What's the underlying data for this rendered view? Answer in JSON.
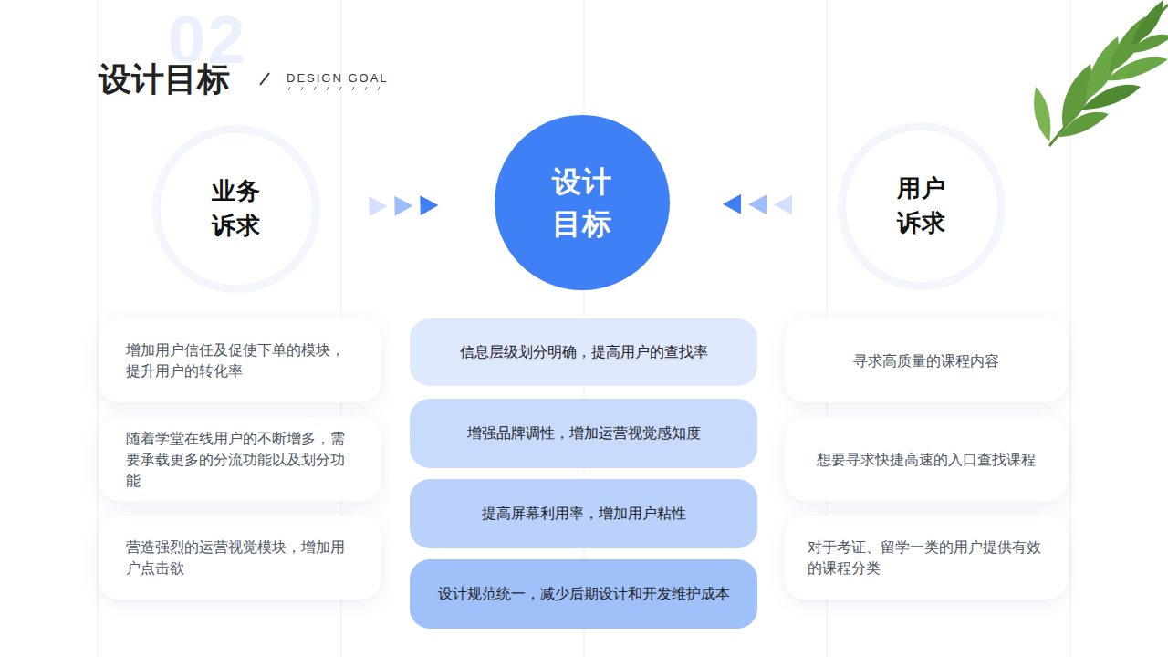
{
  "diagram": {
    "title": "设计目标",
    "nodes": [
      {
        "text": [
          "业务 诉求"
        ]
      },
      {
        "text": [
          "设计 目标"
        ]
      },
      {
        "text": [
          "用户 诉求"
        ]
      },
      {
        "text": [
          "增加用户信任及促使下单的模块，提升用户的转化率"
        ]
      },
      {
        "text": [
          "随着学堂在线用户的不断增多，需要承载更多的分流功能以及划分功能"
        ]
      },
      {
        "text": [
          "营造强烈的运营视觉模块，增加用户点击欲"
        ]
      },
      {
        "text": [
          "信息层级划分明确，提高用户的查找率"
        ]
      },
      {
        "text": [
          "增强品牌调性，增加运营视觉感知度"
        ]
      },
      {
        "text": [
          "提高屏幕利用率，增加用户粘性"
        ]
      },
      {
        "text": [
          "设计规范统一，减少后期设计和开发维护成本"
        ]
      },
      {
        "text": [
          "寻求高质量的课程内容"
        ]
      },
      {
        "text": [
          "想要寻求快捷高速的入口查找课程"
        ]
      },
      {
        "text": [
          "对于考证、留学一类的用户提供有效的课程分类"
        ]
      }
    ],
    "edges": [
      {
        "from": 0,
        "to": 1,
        "arrow": "to"
      },
      {
        "from": 2,
        "to": 1,
        "arrow": "to"
      }
    ],
    "labels": [
      "02",
      "DESIGN GOAL"
    ]
  }
}
